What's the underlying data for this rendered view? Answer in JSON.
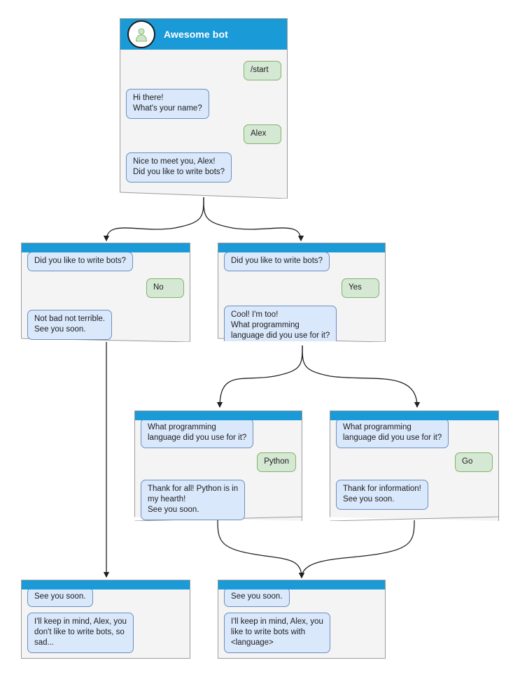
{
  "diagram": {
    "title": "Awesome bot conversation flow",
    "colors": {
      "header_blue": "#1a9ad7",
      "node_bg": "#f4f4f4",
      "node_border": "#9b9b9b",
      "bot_bubble_bg": "#dae8fc",
      "bot_bubble_border": "#6c8ebf",
      "user_bubble_bg": "#d5e8d4",
      "user_bubble_border": "#82b366",
      "edge_color": "#1f1f1f",
      "canvas_bg": "#ffffff"
    }
  },
  "nodes": {
    "root": {
      "id": "root",
      "header": {
        "title": "Awesome bot",
        "avatar_icon": "user-avatar-icon"
      },
      "messages": [
        {
          "sender": "user",
          "text": "/start"
        },
        {
          "sender": "bot",
          "text": "Hi there!\nWhat's your name?"
        },
        {
          "sender": "user",
          "text": "Alex"
        },
        {
          "sender": "bot",
          "text": "Nice to meet you, Alex!\nDid you like to write bots?"
        }
      ]
    },
    "no_branch": {
      "id": "no_branch",
      "messages": [
        {
          "sender": "bot",
          "text": "Did you like to write bots?"
        },
        {
          "sender": "user",
          "text": "No"
        },
        {
          "sender": "bot",
          "text": "Not bad not terrible.\nSee you soon."
        }
      ]
    },
    "yes_branch": {
      "id": "yes_branch",
      "messages": [
        {
          "sender": "bot",
          "text": "Did you like to write bots?"
        },
        {
          "sender": "user",
          "text": "Yes"
        },
        {
          "sender": "bot",
          "text": "Cool! I'm too!\nWhat programming\nlanguage did you use for it?"
        }
      ]
    },
    "python_branch": {
      "id": "python_branch",
      "messages": [
        {
          "sender": "bot",
          "text": "What programming\nlanguage did you use for it?"
        },
        {
          "sender": "user",
          "text": "Python"
        },
        {
          "sender": "bot",
          "text": "Thank for all! Python is in\nmy hearth!\nSee you soon."
        }
      ]
    },
    "go_branch": {
      "id": "go_branch",
      "messages": [
        {
          "sender": "bot",
          "text": "What programming\nlanguage did you use for it?"
        },
        {
          "sender": "user",
          "text": "Go"
        },
        {
          "sender": "bot",
          "text": "Thank for information!\nSee you soon."
        }
      ]
    },
    "end_negative": {
      "id": "end_negative",
      "messages": [
        {
          "sender": "bot",
          "text": "See you soon."
        },
        {
          "sender": "bot",
          "text": "I'll keep in mind, Alex, you\ndon't like to write bots, so\nsad..."
        }
      ]
    },
    "end_positive": {
      "id": "end_positive",
      "messages": [
        {
          "sender": "bot",
          "text": "See you soon."
        },
        {
          "sender": "bot",
          "text": "I'll keep in mind, Alex, you\nlike to write bots with\n<language>"
        }
      ]
    }
  },
  "edges": [
    {
      "from": "root",
      "to": "no_branch"
    },
    {
      "from": "root",
      "to": "yes_branch"
    },
    {
      "from": "no_branch",
      "to": "end_negative"
    },
    {
      "from": "yes_branch",
      "to": "python_branch"
    },
    {
      "from": "yes_branch",
      "to": "go_branch"
    },
    {
      "from": "python_branch",
      "to": "end_positive"
    },
    {
      "from": "go_branch",
      "to": "end_positive"
    }
  ]
}
